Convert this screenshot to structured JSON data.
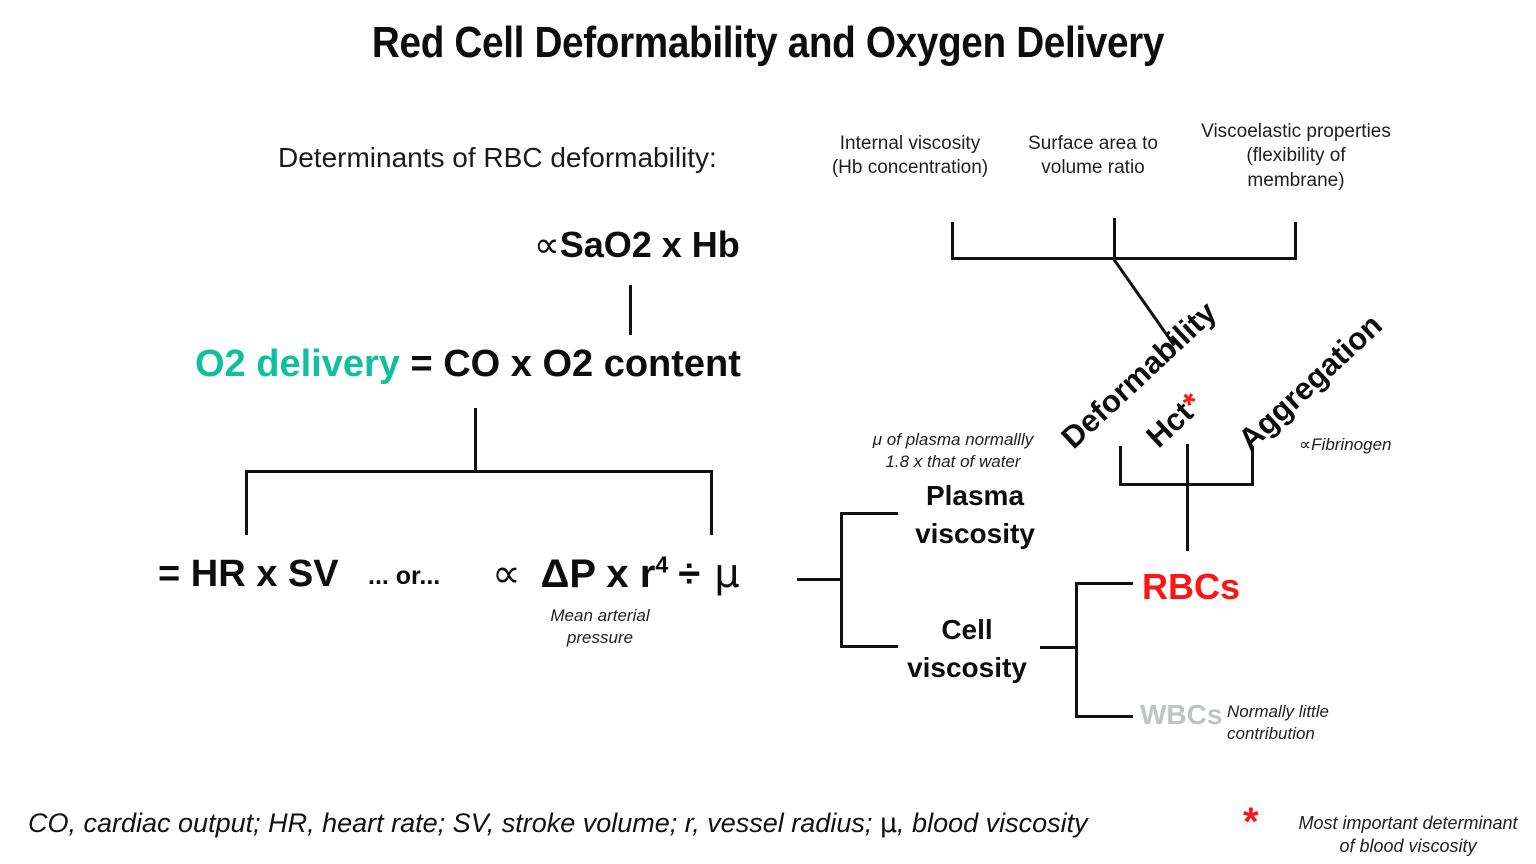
{
  "title": "Red Cell Deformability and Oxygen Delivery",
  "colors": {
    "teal": "#11bf9e",
    "red": "#fb1514",
    "grey": "#bfc3c6",
    "ink": "#111111"
  },
  "labels": {
    "determinants_heading": "Determinants of RBC deformability:",
    "determinant_1": "Internal viscosity\n(Hb concentration)",
    "determinant_1_line1": "Internal viscosity",
    "determinant_1_line2": "(Hb concentration)",
    "determinant_2_line1": "Surface area to",
    "determinant_2_line2": "volume ratio",
    "determinant_3_line1": "Viscoelastic properties",
    "determinant_3_line2": "(flexibility of",
    "determinant_3_line3": "membrane)"
  },
  "equations": {
    "sao2_prop": "∝",
    "sao2_text": "SaO2 x Hb",
    "o2_delivery": "O2 delivery",
    "o2_delivery_rest": " = CO x O2 content",
    "hr_sv": "= HR x SV",
    "or_text": "... or...",
    "poiseuille_prop": "∝",
    "poiseuille_dp": "ΔP x r",
    "poiseuille_exp": "4",
    "poiseuille_div": "÷",
    "poiseuille_mu": "μ",
    "map_note_line1": "Mean arterial",
    "map_note_line2": "pressure"
  },
  "viscosity": {
    "plasma_note_line1": "μ  of plasma normallly",
    "plasma_note_line2": "1.8 x that of water",
    "plasma_line1": "Plasma",
    "plasma_line2": "viscosity",
    "cell_line1": "Cell",
    "cell_line2": "viscosity"
  },
  "rbc_determinants": {
    "deformability": "Deformability",
    "hct": "Hct",
    "hct_star": "*",
    "aggregation": "Aggregation",
    "fibrinogen_prop": "∝",
    "fibrinogen": "Fibrinogen"
  },
  "cells": {
    "rbcs": "RBCs",
    "wbcs": "WBCs",
    "wbc_note_line1": "Normally little",
    "wbc_note_line2": "contribution"
  },
  "footer": {
    "legend_part1": "CO, cardiac output; HR, heart rate; SV, stroke volume; r, vessel radius;  ",
    "legend_mu": "μ",
    "legend_part2": ", blood viscosity",
    "asterisk": "*",
    "asterisk_note_line1": "Most important determinant",
    "asterisk_note_line2": "of blood viscosity"
  }
}
